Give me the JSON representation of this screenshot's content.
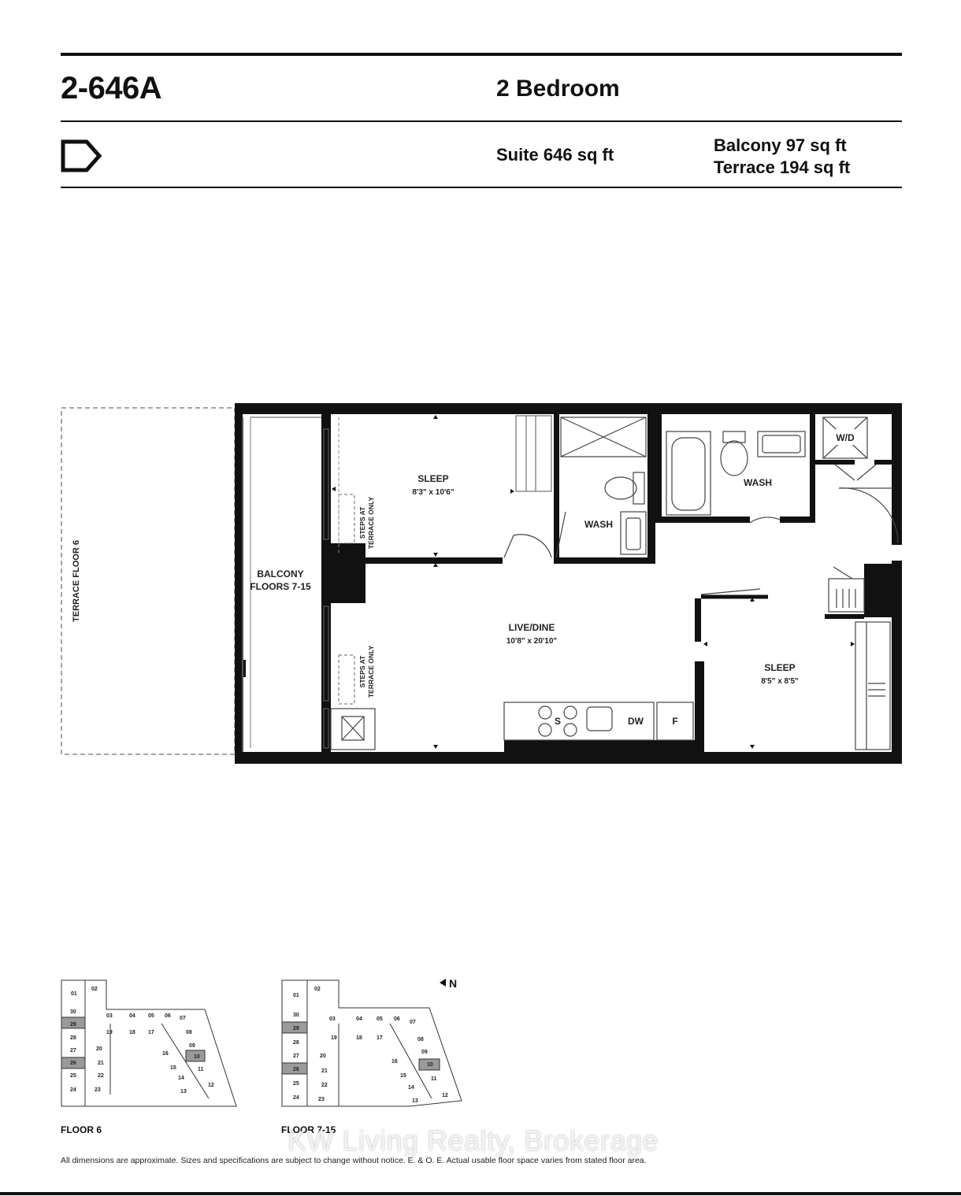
{
  "header": {
    "unit_id": "2-646A",
    "unit_type": "2 Bedroom",
    "suite_area": "Suite 646 sq ft",
    "balcony_area": "Balcony 97 sq ft",
    "terrace_area": "Terrace 194 sq ft",
    "logo_icon": "d-arrow-logo-icon"
  },
  "plan": {
    "terrace_label": "TERRACE FLOOR 6",
    "balcony_label_1": "BALCONY",
    "balcony_label_2": "FLOORS 7-15",
    "steps_label_1": "STEPS AT",
    "steps_label_2": "TERRACE ONLY",
    "sleep1_name": "SLEEP",
    "sleep1_dims": "8'3\" x 10'6\"",
    "wash1": "WASH",
    "wash2": "WASH",
    "wd": "W/D",
    "live_name": "LIVE/DINE",
    "live_dims": "10'8\" x 20'10\"",
    "sleep2_name": "SLEEP",
    "sleep2_dims": "8'5\" x 8'5\"",
    "stove": "S",
    "dishwasher": "DW",
    "fridge": "F"
  },
  "keyplans": {
    "floor6_label": "FLOOR 6",
    "floor7_label": "FLOOR 7-15",
    "north_label": "N",
    "units_top": [
      "01",
      "02",
      "03",
      "04",
      "05",
      "06",
      "07"
    ],
    "units_left": [
      "30",
      "29",
      "28",
      "27",
      "26",
      "25",
      "24"
    ],
    "units_mid": [
      "19",
      "18",
      "17",
      "20",
      "21",
      "22",
      "23"
    ],
    "units_right": [
      "08",
      "09",
      "10",
      "11",
      "12",
      "13",
      "14",
      "15",
      "16"
    ],
    "highlight_color": "#9a9a9a"
  },
  "footer": {
    "disclaimer": "All dimensions are approximate. Sizes and specifications are subject to change without notice. E. & O. E. Actual usable floor space varies from stated floor area.",
    "watermark": "KW Living Realty, Brokerage"
  }
}
